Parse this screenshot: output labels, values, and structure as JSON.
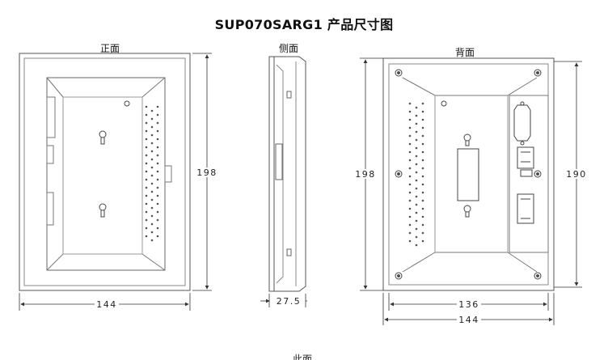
{
  "title": "SUP070SARG1  产品尺寸图",
  "views": {
    "front": "正面",
    "side": "侧面",
    "back": "背面"
  },
  "dimensions": {
    "front_width": "144",
    "front_height": "198",
    "side_depth": "27.5",
    "back_inner_width": "136",
    "back_outer_width": "144",
    "back_outer_height": "198",
    "back_inner_height": "190"
  },
  "footer_fragment": "此面"
}
